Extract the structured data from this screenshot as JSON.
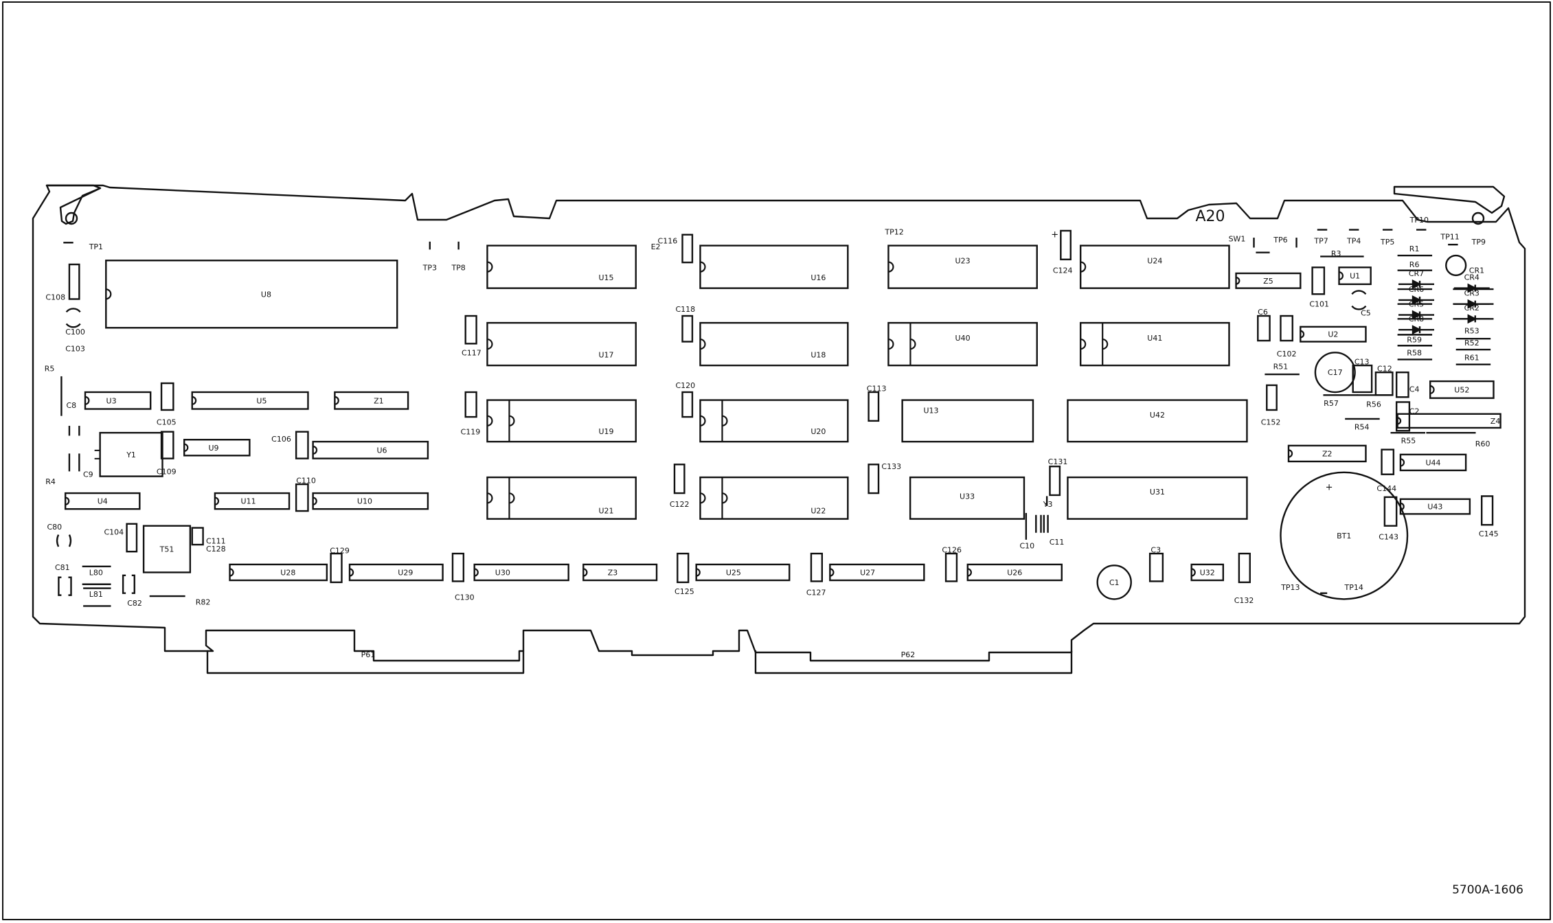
{
  "figure_id": "5700A-1606",
  "board": {
    "name": "A20",
    "connectors": [
      "P61",
      "P62"
    ],
    "components": [
      {
        "ref": "U8",
        "kind": "ic",
        "pin1": "left"
      },
      {
        "ref": "U15",
        "kind": "ic",
        "pin1": "left"
      },
      {
        "ref": "U16",
        "kind": "ic",
        "pin1": "left"
      },
      {
        "ref": "U23",
        "kind": "ic",
        "pin1": "left"
      },
      {
        "ref": "U24",
        "kind": "ic",
        "pin1": "left"
      },
      {
        "ref": "Z5",
        "kind": "ic",
        "pin1": "left"
      },
      {
        "ref": "U1",
        "kind": "ic",
        "pin1": "left"
      },
      {
        "ref": "U17",
        "kind": "ic",
        "pin1": "left"
      },
      {
        "ref": "U18",
        "kind": "ic",
        "pin1": "left"
      },
      {
        "ref": "U40",
        "kind": "ic",
        "pin1": "left"
      },
      {
        "ref": "U41",
        "kind": "ic",
        "pin1": "left"
      },
      {
        "ref": "U2",
        "kind": "ic",
        "pin1": "left"
      },
      {
        "ref": "U3",
        "kind": "ic",
        "pin1": "left"
      },
      {
        "ref": "U5",
        "kind": "ic",
        "pin1": "left"
      },
      {
        "ref": "Z1",
        "kind": "ic",
        "pin1": "left"
      },
      {
        "ref": "U19",
        "kind": "ic",
        "pin1": "left"
      },
      {
        "ref": "U20",
        "kind": "ic",
        "pin1": "left"
      },
      {
        "ref": "U13",
        "kind": "ic",
        "pin1": "none"
      },
      {
        "ref": "U42",
        "kind": "ic",
        "pin1": "none"
      },
      {
        "ref": "U52",
        "kind": "ic",
        "pin1": "left"
      },
      {
        "ref": "Z4",
        "kind": "ic",
        "pin1": "left"
      },
      {
        "ref": "U9",
        "kind": "ic",
        "pin1": "left"
      },
      {
        "ref": "U6",
        "kind": "ic",
        "pin1": "left"
      },
      {
        "ref": "Z2",
        "kind": "ic",
        "pin1": "left"
      },
      {
        "ref": "U44",
        "kind": "ic",
        "pin1": "left"
      },
      {
        "ref": "U4",
        "kind": "ic",
        "pin1": "left"
      },
      {
        "ref": "U11",
        "kind": "ic",
        "pin1": "left"
      },
      {
        "ref": "U10",
        "kind": "ic",
        "pin1": "left"
      },
      {
        "ref": "U21",
        "kind": "ic",
        "pin1": "left"
      },
      {
        "ref": "U22",
        "kind": "ic",
        "pin1": "left"
      },
      {
        "ref": "U33",
        "kind": "ic",
        "pin1": "none"
      },
      {
        "ref": "U31",
        "kind": "ic",
        "pin1": "none"
      },
      {
        "ref": "U43",
        "kind": "ic",
        "pin1": "left"
      },
      {
        "ref": "U28",
        "kind": "ic",
        "pin1": "left"
      },
      {
        "ref": "U29",
        "kind": "ic",
        "pin1": "left"
      },
      {
        "ref": "U30",
        "kind": "ic",
        "pin1": "left"
      },
      {
        "ref": "Z3",
        "kind": "ic",
        "pin1": "left"
      },
      {
        "ref": "U25",
        "kind": "ic",
        "pin1": "left"
      },
      {
        "ref": "U27",
        "kind": "ic",
        "pin1": "left"
      },
      {
        "ref": "U26",
        "kind": "ic",
        "pin1": "left"
      },
      {
        "ref": "U32",
        "kind": "ic",
        "pin1": "left"
      },
      {
        "ref": "Y1",
        "kind": "crystal"
      },
      {
        "ref": "T51",
        "kind": "transformer"
      },
      {
        "ref": "C17",
        "kind": "round-capacitor"
      },
      {
        "ref": "C1",
        "kind": "round-capacitor"
      },
      {
        "ref": "BT1",
        "kind": "battery"
      }
    ],
    "capacitors": [
      "C108",
      "C116",
      "C124",
      "C101",
      "C6",
      "C102",
      "C117",
      "C118",
      "C13",
      "C12",
      "C4",
      "C2",
      "C105",
      "C120",
      "C113",
      "C119",
      "C152",
      "C109",
      "C106",
      "C144",
      "C122",
      "C133",
      "C110",
      "C131",
      "C104",
      "C111",
      "C143",
      "C145",
      "C129",
      "C130",
      "C125",
      "C127",
      "C126",
      "C3",
      "C132"
    ],
    "diodes": [
      "CR7",
      "CR6",
      "CR5",
      "CR8",
      "CR4",
      "CR3",
      "CR2"
    ],
    "labels": [
      "TP1",
      "TP3",
      "TP8",
      "E2",
      "TP12",
      "SW1",
      "TP6",
      "TP7",
      "TP4",
      "TP5",
      "TP10",
      "TP11",
      "TP9",
      "R3",
      "R1",
      "R6",
      "CR1",
      "C5",
      "R59",
      "R58",
      "R53",
      "R52",
      "R61",
      "R51",
      "R57",
      "R56",
      "R54",
      "R55",
      "R60",
      "C100",
      "C103",
      "R5",
      "C8",
      "R4",
      "C9",
      "C80",
      "C81",
      "C128",
      "L80",
      "L81",
      "C82",
      "R82",
      "Y3",
      "C10",
      "C11",
      "TP13",
      "TP14"
    ],
    "polarity_marks": [
      "+",
      "+"
    ]
  }
}
